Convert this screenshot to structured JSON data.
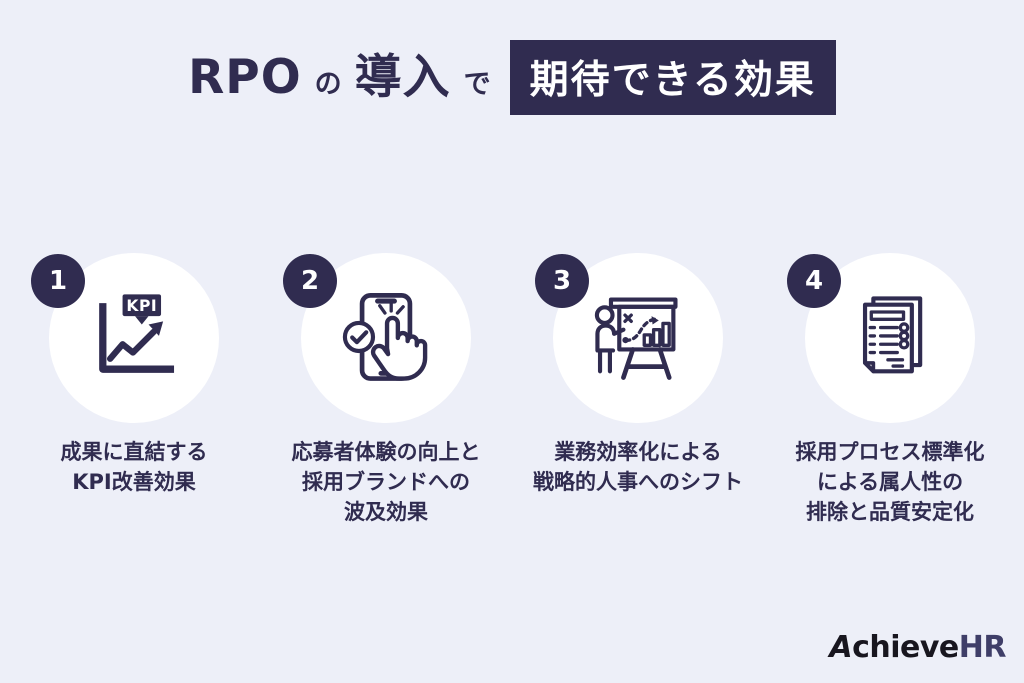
{
  "title": {
    "part1": "RPO",
    "part2": "の",
    "part3": "導入",
    "part4": "で",
    "highlight": "期待できる効果"
  },
  "items": [
    {
      "number": "1",
      "icon": "kpi-chart-icon",
      "icon_label": "KPI",
      "caption": "成果に直結する\nKPI改善効果"
    },
    {
      "number": "2",
      "icon": "phone-tap-icon",
      "caption": "応募者体験の向上と\n採用ブランドへの\n波及効果"
    },
    {
      "number": "3",
      "icon": "presentation-board-icon",
      "caption": "業務効率化による\n戦略的人事へのシフト"
    },
    {
      "number": "4",
      "icon": "document-checklist-icon",
      "caption": "採用プロセス標準化\nによる属人性の\n排除と品質安定化"
    }
  ],
  "logo": {
    "part1": "Achieve",
    "part2": "HR"
  },
  "colors": {
    "background": "#edeff8",
    "navy": "#302c50",
    "circle_white": "#ffffff",
    "logo_black": "#18161f",
    "logo_navy": "#3f3e68"
  }
}
